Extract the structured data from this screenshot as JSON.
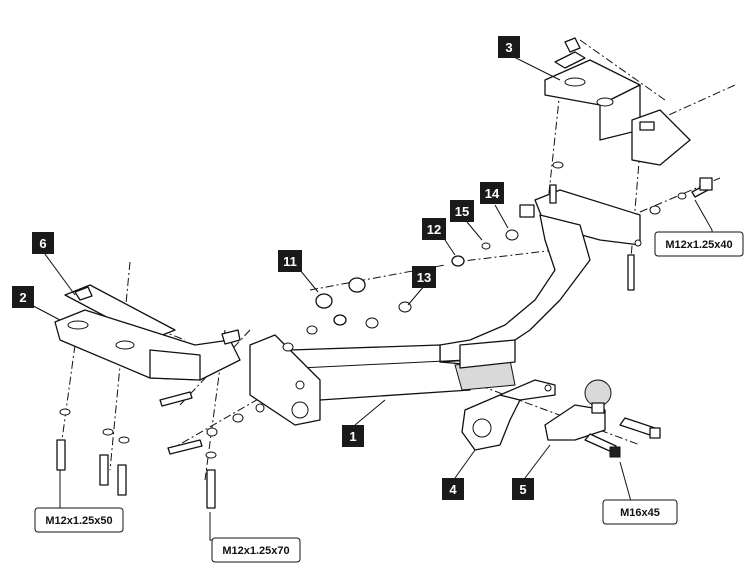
{
  "callouts": {
    "c1": "1",
    "c2": "2",
    "c3": "3",
    "c4": "4",
    "c5": "5",
    "c6": "6",
    "c11": "11",
    "c12": "12",
    "c13": "13",
    "c14": "14",
    "c15": "15"
  },
  "specs": {
    "m12x50": "M12x1.25x50",
    "m12x70": "M12x1.25x70",
    "m12x40": "M12x1.25x40",
    "m16x45": "M16x45"
  }
}
